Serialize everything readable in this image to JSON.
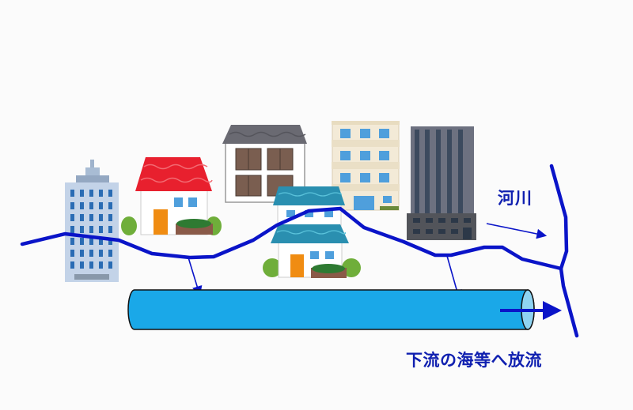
{
  "diagram": {
    "labels": {
      "river": "河川",
      "outflow": "下流の海等へ放流"
    },
    "colors": {
      "line": "#0a14c8",
      "pipe_fill": "#1aa8e8",
      "pipe_end": "#8fd4f2",
      "text": "#1020b0",
      "background": "#fbfbfb"
    },
    "elements": {
      "buildings": [
        {
          "name": "office-tower-light-blue",
          "type": "office building"
        },
        {
          "name": "house-red-roof",
          "type": "house"
        },
        {
          "name": "house-gray-roof",
          "type": "two-storey house"
        },
        {
          "name": "apartment-beige",
          "type": "apartment"
        },
        {
          "name": "house-teal-roof",
          "type": "two-storey house"
        },
        {
          "name": "tower-dark-gray",
          "type": "high-rise"
        }
      ],
      "pipe": "storm drain pipe",
      "river": "river channel"
    }
  }
}
